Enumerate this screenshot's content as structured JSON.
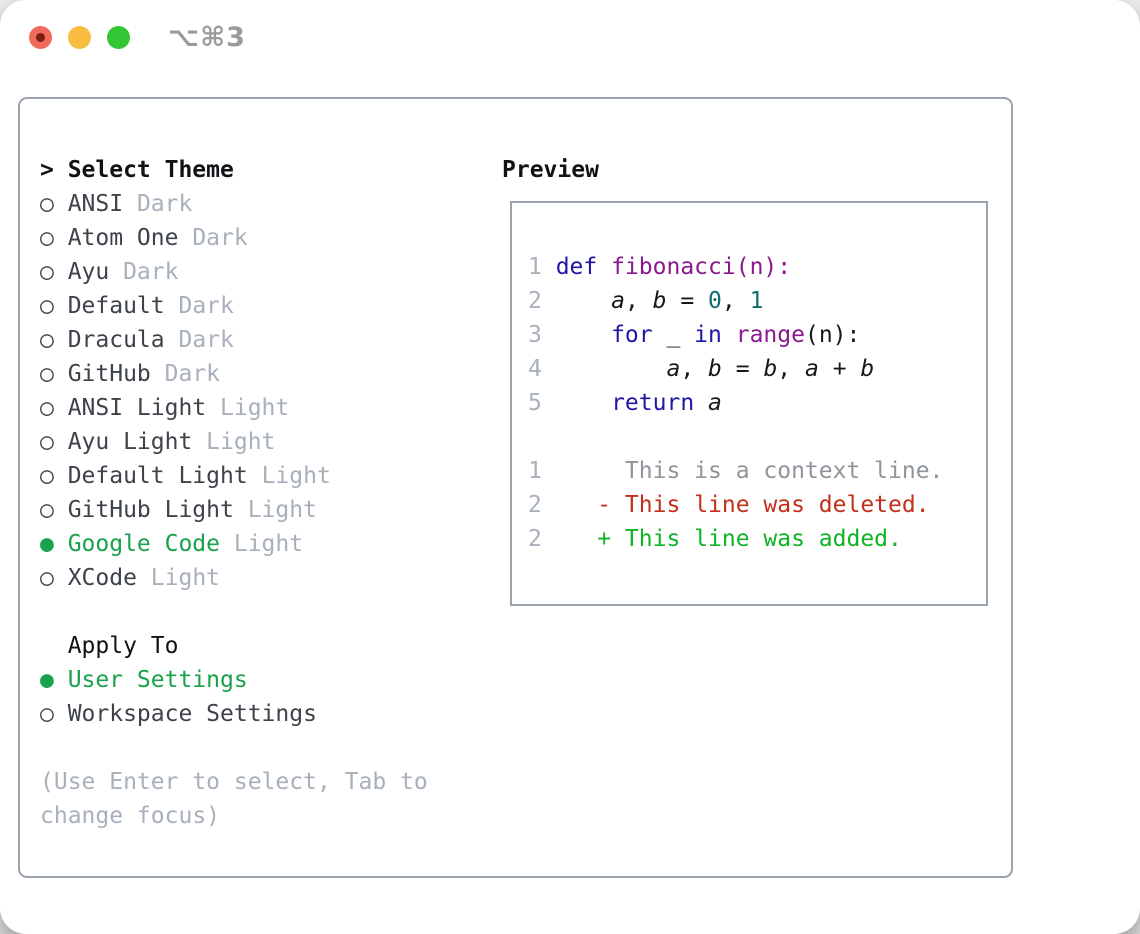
{
  "window": {
    "title": "⌥⌘3"
  },
  "traffic_lights": {
    "close_color": "#f16b5c",
    "minimize_color": "#f8bd3f",
    "zoom_color": "#32c635"
  },
  "theme_section": {
    "cursor": ">",
    "title": "Select Theme",
    "unselected_bullet": "○",
    "selected_bullet": "●",
    "themes": [
      {
        "name": "ANSI",
        "variant": "Dark",
        "selected": false
      },
      {
        "name": "Atom One",
        "variant": "Dark",
        "selected": false
      },
      {
        "name": "Ayu",
        "variant": "Dark",
        "selected": false
      },
      {
        "name": "Default",
        "variant": "Dark",
        "selected": false
      },
      {
        "name": "Dracula",
        "variant": "Dark",
        "selected": false
      },
      {
        "name": "GitHub",
        "variant": "Dark",
        "selected": false
      },
      {
        "name": "ANSI Light",
        "variant": "Light",
        "selected": false
      },
      {
        "name": "Ayu Light",
        "variant": "Light",
        "selected": false
      },
      {
        "name": "Default Light",
        "variant": "Light",
        "selected": false
      },
      {
        "name": "GitHub Light",
        "variant": "Light",
        "selected": false
      },
      {
        "name": "Google Code",
        "variant": "Light",
        "selected": true
      },
      {
        "name": "XCode",
        "variant": "Light",
        "selected": false
      }
    ]
  },
  "apply_section": {
    "title": "Apply To",
    "options": [
      {
        "label": "User Settings",
        "selected": true
      },
      {
        "label": "Workspace Settings",
        "selected": false
      }
    ]
  },
  "hint": "(Use Enter to select, Tab to change focus)",
  "preview": {
    "title": "Preview",
    "lines": [
      {
        "num": "1",
        "tokens": [
          {
            "t": "def",
            "c": "kw"
          },
          {
            "t": " ",
            "c": "pl"
          },
          {
            "t": "fibonacci(n):",
            "c": "fn"
          }
        ]
      },
      {
        "num": "2",
        "tokens": [
          {
            "t": "    ",
            "c": "pl"
          },
          {
            "t": "a",
            "c": "var"
          },
          {
            "t": ", ",
            "c": "pl"
          },
          {
            "t": "b",
            "c": "var"
          },
          {
            "t": " = ",
            "c": "pl"
          },
          {
            "t": "0",
            "c": "num"
          },
          {
            "t": ", ",
            "c": "pl"
          },
          {
            "t": "1",
            "c": "num"
          }
        ]
      },
      {
        "num": "3",
        "tokens": [
          {
            "t": "    ",
            "c": "pl"
          },
          {
            "t": "for",
            "c": "kw"
          },
          {
            "t": " _ ",
            "c": "pl"
          },
          {
            "t": "in",
            "c": "kw"
          },
          {
            "t": " ",
            "c": "pl"
          },
          {
            "t": "range",
            "c": "fn"
          },
          {
            "t": "(n):",
            "c": "pl"
          }
        ]
      },
      {
        "num": "4",
        "tokens": [
          {
            "t": "        ",
            "c": "pl"
          },
          {
            "t": "a",
            "c": "var"
          },
          {
            "t": ", ",
            "c": "pl"
          },
          {
            "t": "b",
            "c": "var"
          },
          {
            "t": " = ",
            "c": "pl"
          },
          {
            "t": "b",
            "c": "var"
          },
          {
            "t": ", ",
            "c": "pl"
          },
          {
            "t": "a",
            "c": "var"
          },
          {
            "t": " + ",
            "c": "pl"
          },
          {
            "t": "b",
            "c": "var"
          }
        ]
      },
      {
        "num": "5",
        "tokens": [
          {
            "t": "    ",
            "c": "pl"
          },
          {
            "t": "return",
            "c": "kw"
          },
          {
            "t": " ",
            "c": "pl"
          },
          {
            "t": "a",
            "c": "var"
          }
        ]
      },
      {
        "num": "",
        "tokens": []
      },
      {
        "num": "1",
        "tokens": [
          {
            "t": "     This is a context line.",
            "c": "ctx"
          }
        ]
      },
      {
        "num": "2",
        "tokens": [
          {
            "t": "   ",
            "c": "pl"
          },
          {
            "t": "- This line was deleted.",
            "c": "del"
          }
        ]
      },
      {
        "num": "2",
        "tokens": [
          {
            "t": "   ",
            "c": "pl"
          },
          {
            "t": "+ This line was added.",
            "c": "add"
          }
        ]
      }
    ]
  },
  "colors": {
    "panel_border": "#9aa3ad",
    "selection_green": "#17a24b",
    "keyword_blue": "#1f16a5",
    "function_purple": "#8a188e",
    "number_teal": "#0d6e72",
    "diff_deleted_red": "#c22f1a",
    "diff_added_green": "#0fb324",
    "faded_gray": "#a8b0bb"
  }
}
